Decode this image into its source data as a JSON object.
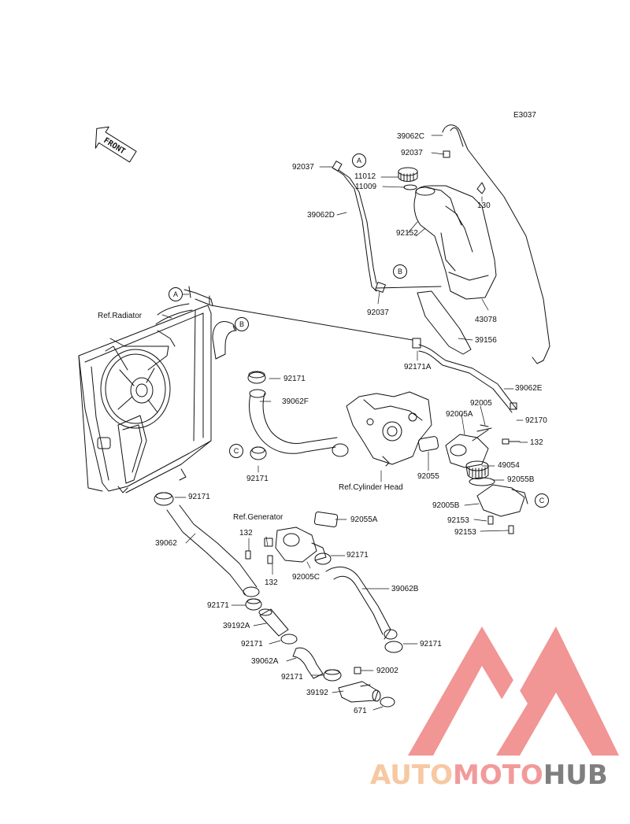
{
  "diagram": {
    "code": "E3037",
    "front_label": "FRONT",
    "ref_labels": {
      "radiator": "Ref.Radiator",
      "cylinder_head": "Ref.Cylinder Head",
      "generator": "Ref.Generator"
    },
    "connectors": [
      "A",
      "B",
      "C"
    ],
    "part_labels": [
      {
        "id": "39062C",
        "text": "39062C"
      },
      {
        "id": "92037-top",
        "text": "92037"
      },
      {
        "id": "92037-left",
        "text": "92037"
      },
      {
        "id": "11012",
        "text": "11012"
      },
      {
        "id": "11009",
        "text": "11009"
      },
      {
        "id": "130",
        "text": "130"
      },
      {
        "id": "39062D",
        "text": "39062D"
      },
      {
        "id": "92152",
        "text": "92152"
      },
      {
        "id": "92037-bottom",
        "text": "92037"
      },
      {
        "id": "43078",
        "text": "43078"
      },
      {
        "id": "39156",
        "text": "39156"
      },
      {
        "id": "92171-upper",
        "text": "92171"
      },
      {
        "id": "92171A",
        "text": "92171A"
      },
      {
        "id": "39062E",
        "text": "39062E"
      },
      {
        "id": "39062F",
        "text": "39062F"
      },
      {
        "id": "92005",
        "text": "92005"
      },
      {
        "id": "92005A",
        "text": "92005A"
      },
      {
        "id": "92170",
        "text": "92170"
      },
      {
        "id": "132-right",
        "text": "132"
      },
      {
        "id": "92171-c",
        "text": "92171"
      },
      {
        "id": "49054",
        "text": "49054"
      },
      {
        "id": "92055",
        "text": "92055"
      },
      {
        "id": "92055B",
        "text": "92055B"
      },
      {
        "id": "92171-radiator",
        "text": "92171"
      },
      {
        "id": "92005B",
        "text": "92005B"
      },
      {
        "id": "92153-a",
        "text": "92153"
      },
      {
        "id": "92153-b",
        "text": "92153"
      },
      {
        "id": "92055A",
        "text": "92055A"
      },
      {
        "id": "39062",
        "text": "39062"
      },
      {
        "id": "132-gen-a",
        "text": "132"
      },
      {
        "id": "92171-gen",
        "text": "92171"
      },
      {
        "id": "132-gen-b",
        "text": "132"
      },
      {
        "id": "92005C",
        "text": "92005C"
      },
      {
        "id": "39062B",
        "text": "39062B"
      },
      {
        "id": "92171-lower-left",
        "text": "92171"
      },
      {
        "id": "39192A",
        "text": "39192A"
      },
      {
        "id": "92171-mid",
        "text": "92171"
      },
      {
        "id": "92171-lower-right",
        "text": "92171"
      },
      {
        "id": "39062A",
        "text": "39062A"
      },
      {
        "id": "92171-bottom",
        "text": "92171"
      },
      {
        "id": "92002",
        "text": "92002"
      },
      {
        "id": "39192",
        "text": "39192"
      },
      {
        "id": "671",
        "text": "671"
      }
    ]
  },
  "watermark": {
    "part1": "AUTO",
    "part2": "MOTO",
    "part3": "HUB",
    "colors": {
      "auto": "#f7c8a1",
      "moto": "#f29a9a",
      "hub": "#7f7f7f",
      "logo": "#f08c8c"
    }
  }
}
